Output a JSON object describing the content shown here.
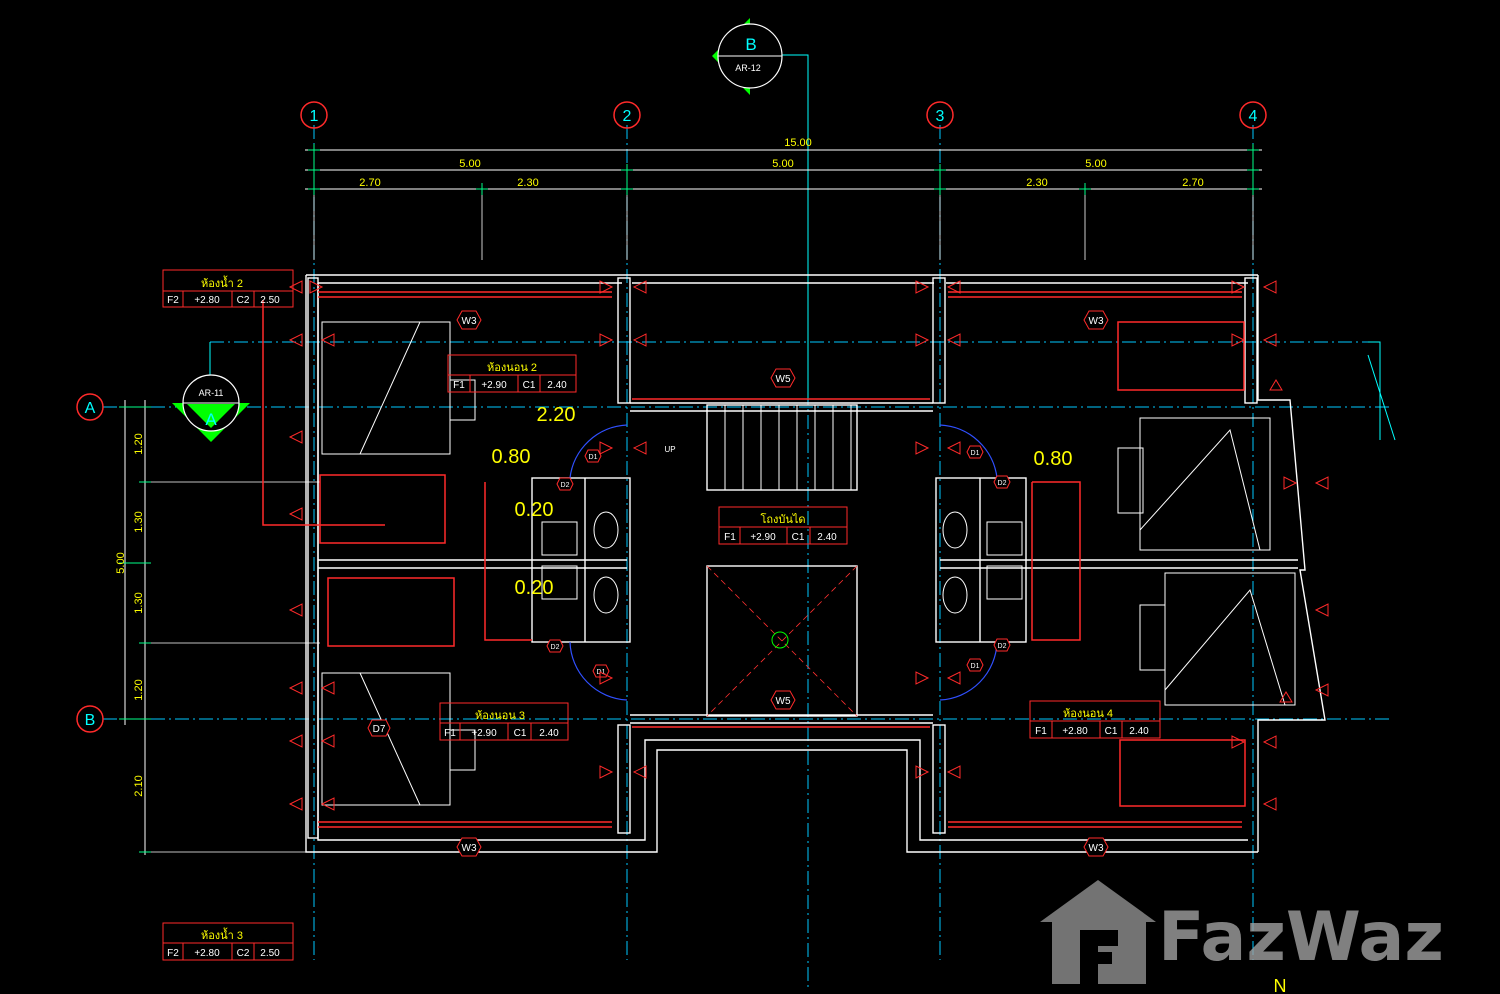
{
  "grid": {
    "columns": [
      "1",
      "2",
      "3",
      "4"
    ],
    "rows": [
      "A",
      "B"
    ]
  },
  "sections": {
    "top": {
      "letter": "B",
      "sheet": "AR-12"
    },
    "left": {
      "letter": "A",
      "sheet": "AR-11"
    }
  },
  "dimensions": {
    "overall": "15.00",
    "bays": [
      "5.00",
      "5.00",
      "5.00"
    ],
    "sub_left": [
      "2.70",
      "2.30"
    ],
    "sub_right": [
      "2.30",
      "2.70"
    ],
    "vertical_total": "5.00",
    "vertical": [
      "1.20",
      "1.30",
      "1.30",
      "1.20",
      "2.10"
    ],
    "in_plan": [
      "2.20",
      "0.80",
      "0.20",
      "0.20",
      "0.80"
    ]
  },
  "rooms": {
    "bath2": {
      "name": "ห้องน้ำ 2",
      "f": "F2",
      "f_val": "+2.80",
      "c": "C2",
      "c_val": "2.50"
    },
    "bed2": {
      "name": "ห้องนอน 2",
      "f": "F1",
      "f_val": "+2.90",
      "c": "C1",
      "c_val": "2.40"
    },
    "hall": {
      "name": "โถงบันได",
      "f": "F1",
      "f_val": "+2.90",
      "c": "C1",
      "c_val": "2.40"
    },
    "bed3": {
      "name": "ห้องนอน 3",
      "f": "F1",
      "f_val": "+2.90",
      "c": "C1",
      "c_val": "2.40"
    },
    "bed4": {
      "name": "ห้องนอน 4",
      "f": "F1",
      "f_val": "+2.80",
      "c": "C1",
      "c_val": "2.40"
    },
    "bath3": {
      "name": "ห้องน้ำ 3",
      "f": "F2",
      "f_val": "+2.80",
      "c": "C2",
      "c_val": "2.50"
    }
  },
  "windows": {
    "w3": "W3",
    "w5": "W5"
  },
  "doors": {
    "d1": "D1",
    "d2": "D2",
    "d7": "D7"
  },
  "stair_label": "UP",
  "north": "N",
  "watermark": {
    "brand": "FazWaz"
  },
  "colors": {
    "background": "#000000",
    "wall": "#ffffff",
    "red": "#ff2a2a",
    "cyan": "#00ffff",
    "yellow": "#ffff00",
    "green": "#00ff00",
    "watermark": "#9a9a9a"
  }
}
